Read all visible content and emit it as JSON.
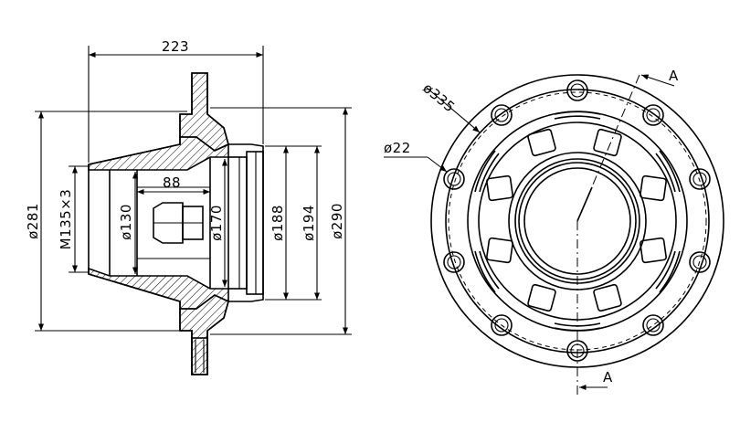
{
  "section_view": {
    "dims": {
      "overall_length": "223",
      "bore_depth": "88",
      "d281": "ø281",
      "thread": "M135×3",
      "d130": "ø130",
      "d170": "ø170",
      "d188": "ø188",
      "d194": "ø194",
      "d290": "ø290"
    }
  },
  "front_view": {
    "dims": {
      "pcd": "ø335",
      "hole": "ø22"
    },
    "section_label_top": "A",
    "section_label_bottom": "A"
  }
}
